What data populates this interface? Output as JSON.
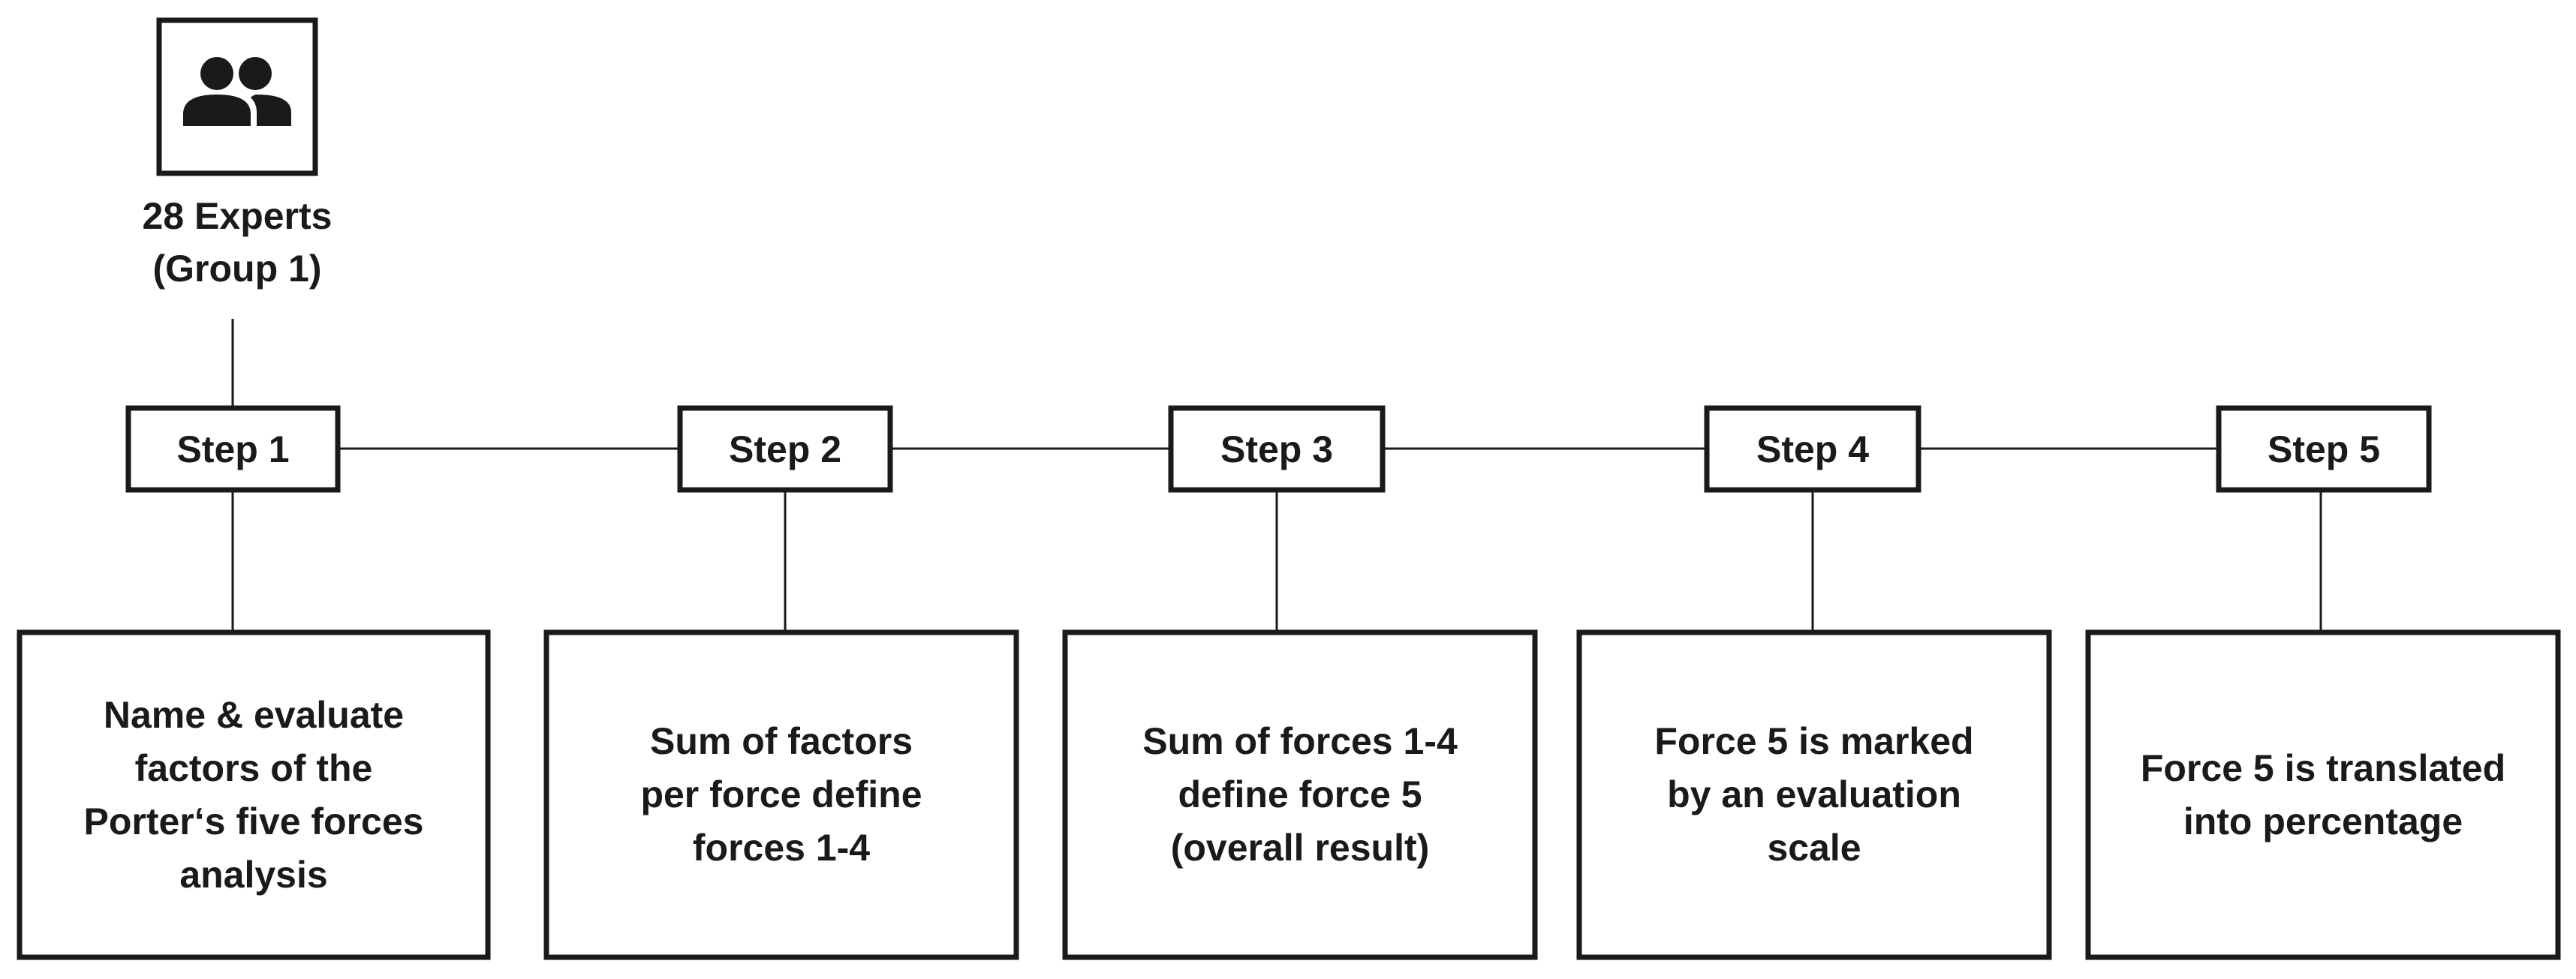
{
  "group": {
    "icon": "group-people-icon",
    "label_line1": "28 Experts",
    "label_line2": "(Group 1)"
  },
  "steps": [
    {
      "label": "Step 1",
      "description": "Name & evaluate factors of the Porter‘s five forces analysis"
    },
    {
      "label": "Step 2",
      "description": "Sum of factors per force define forces 1-4"
    },
    {
      "label": "Step 3",
      "description": "Sum of forces 1-4 define force 5 (overall result)"
    },
    {
      "label": "Step 4",
      "description": "Force 5 is marked by an evaluation scale"
    },
    {
      "label": "Step 5",
      "description": "Force 5 is translated into percentage"
    }
  ],
  "colors": {
    "stroke": "#1a1a1a",
    "text": "#1a1a1a",
    "background": "#ffffff"
  }
}
